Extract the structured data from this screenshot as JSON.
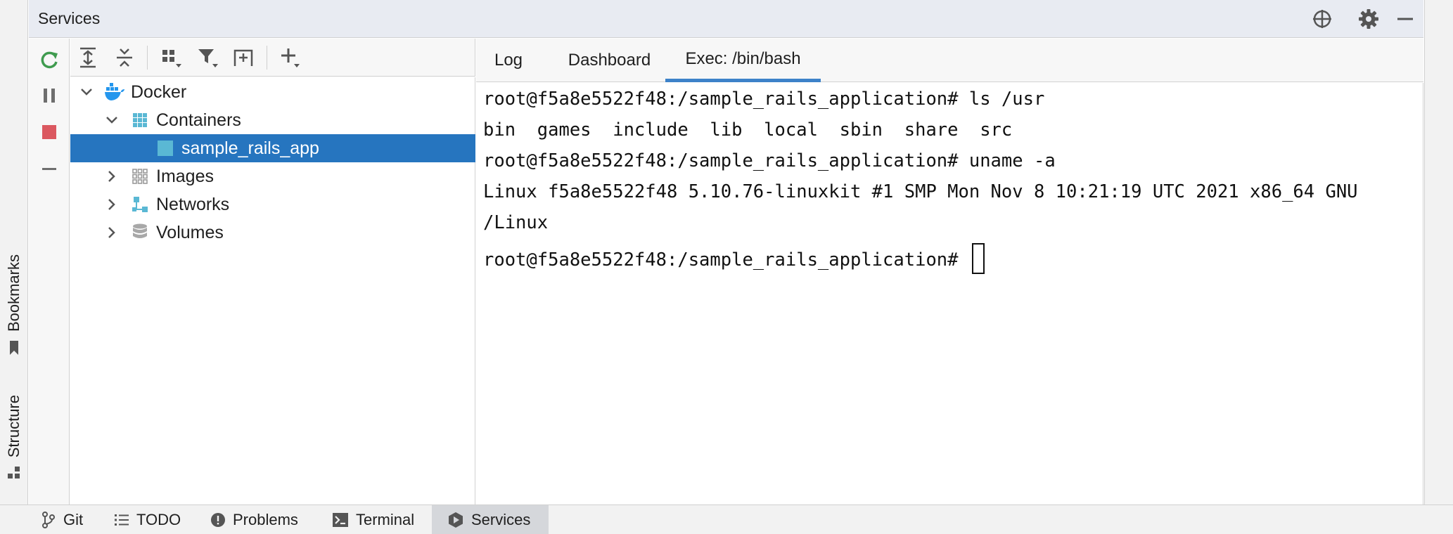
{
  "header": {
    "title": "Services"
  },
  "left_stripe": {
    "bookmarks_label": "Bookmarks",
    "structure_label": "Structure"
  },
  "tree": {
    "items": [
      {
        "label": "Docker"
      },
      {
        "label": "Containers"
      },
      {
        "label": "sample_rails_app"
      },
      {
        "label": "Images"
      },
      {
        "label": "Networks"
      },
      {
        "label": "Volumes"
      }
    ]
  },
  "tabs": [
    {
      "label": "Log"
    },
    {
      "label": "Dashboard"
    },
    {
      "label": "Exec: /bin/bash"
    }
  ],
  "console": {
    "lines": [
      "root@f5a8e5522f48:/sample_rails_application# ls /usr",
      "bin  games  include  lib  local  sbin  share  src",
      "root@f5a8e5522f48:/sample_rails_application# uname -a",
      "Linux f5a8e5522f48 5.10.76-linuxkit #1 SMP Mon Nov 8 10:21:19 UTC 2021 x86_64 GNU",
      "/Linux",
      "root@f5a8e5522f48:/sample_rails_application# "
    ]
  },
  "bottom_tabs": [
    {
      "label": "Git"
    },
    {
      "label": "TODO"
    },
    {
      "label": "Problems"
    },
    {
      "label": "Terminal"
    },
    {
      "label": "Services"
    }
  ],
  "colors": {
    "selection": "#2675bf",
    "active_tab_underline": "#3d82c9",
    "refresh_green": "#3f9b4f",
    "stop_red": "#db5860",
    "docker_blue": "#2496ed",
    "container_teal": "#5ab8d4"
  }
}
